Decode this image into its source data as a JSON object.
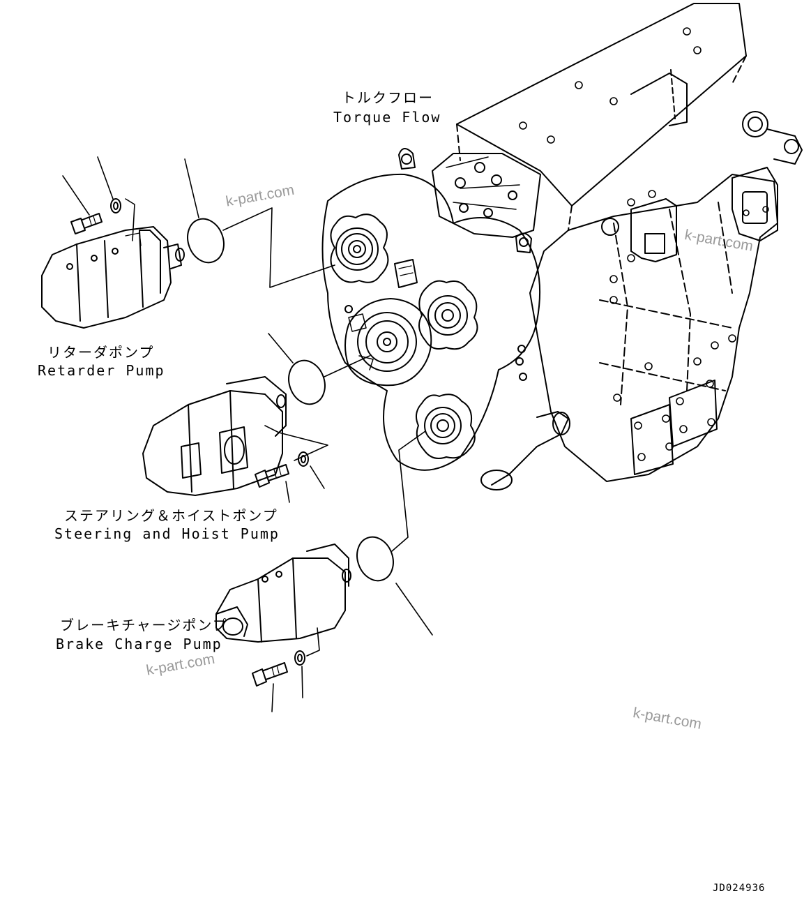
{
  "labels": {
    "torque_flow": {
      "jp": "トルクフロー",
      "en": "Torque Flow"
    },
    "retarder_pump": {
      "jp": "リターダポンプ",
      "en": "Retarder Pump"
    },
    "steering_pump": {
      "jp": "ステアリング＆ホイストポンプ",
      "en": "Steering and Hoist Pump"
    },
    "brake_pump": {
      "jp": "ブレーキチャージポンプ",
      "en": "Brake Charge Pump"
    }
  },
  "watermark": "k-part.com",
  "drawing_code": "JD024936",
  "colors": {
    "line": "#000000",
    "watermark": "#9a9a9a",
    "background": "#ffffff"
  }
}
